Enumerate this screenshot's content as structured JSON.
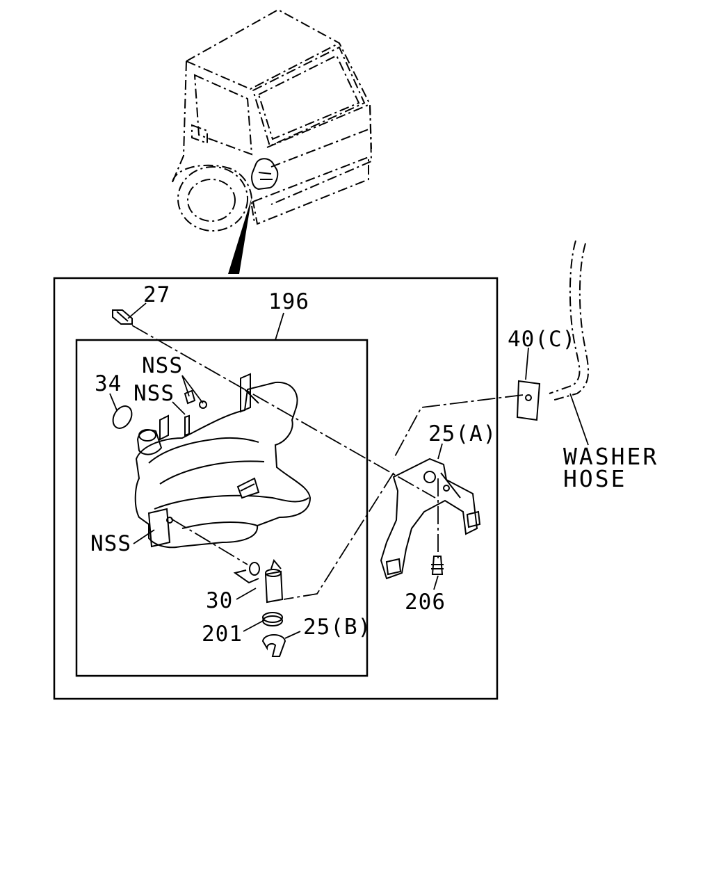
{
  "callouts": {
    "c27": "27",
    "c196": "196",
    "c34": "34",
    "nss1": "NSS",
    "nss2": "NSS",
    "nss3": "NSS",
    "c40c": "40(C)",
    "c25a": "25(A)",
    "c30": "30",
    "c206": "206",
    "c201": "201",
    "c25b": "25(B)"
  },
  "notes": {
    "washer_line1": "WASHER",
    "washer_line2": "HOSE"
  }
}
